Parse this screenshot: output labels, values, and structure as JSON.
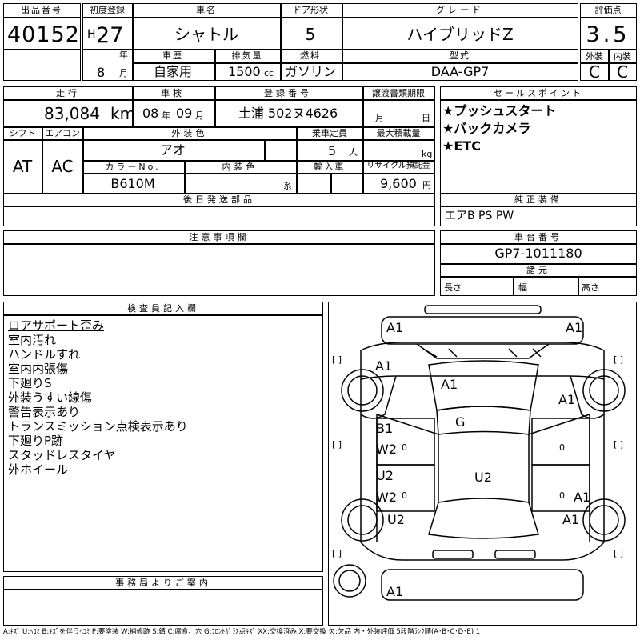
{
  "headers": {
    "lot_no": "出品番号",
    "first_reg": "初度登録",
    "car_name": "車名",
    "door_type": "ドア形状",
    "grade": "グレード",
    "score": "評価点",
    "history": "車歴",
    "displacement": "排気量",
    "fuel": "燃料",
    "model_code": "型式",
    "exterior": "外装",
    "interior": "内装",
    "mileage": "走行",
    "inspection": "車検",
    "reg_no": "登録番号",
    "transfer_docs": "譲渡書類期限",
    "sales_points": "セールスポイント",
    "shift": "シフト",
    "aircon": "エアコン",
    "ext_color": "外装色",
    "capacity": "乗車定員",
    "max_load": "最大積載量",
    "color_no": "カラーNo.",
    "int_color": "内装色",
    "import": "輸入車",
    "recycle": "リサイクル預託金",
    "later_parts": "後日発送部品",
    "genuine_equip": "純正装備",
    "notes": "注意事項欄",
    "chassis_no": "車台番号",
    "dimensions": "諸元",
    "length": "長さ",
    "width": "幅",
    "height": "高さ",
    "inspector_notes": "検査員記入欄",
    "office_notice": "事務局よりご案内"
  },
  "vehicle": {
    "lot_no": "40152",
    "era": "H",
    "year": "27",
    "year_unit": "年",
    "month": "8",
    "month_unit": "月",
    "car_name": "シャトル",
    "doors": "5",
    "grade": "ハイブリッドZ",
    "score": "3.5",
    "history": "自家用",
    "displacement": "1500",
    "displacement_unit": "cc",
    "fuel": "ガソリン",
    "model_code": "DAA-GP7",
    "exterior": "C",
    "interior": "C",
    "mileage": "83,084",
    "mileage_unit": "km",
    "inspection_year": "08",
    "inspection_year_unit": "年",
    "inspection_month": "09",
    "inspection_month_unit": "月",
    "reg_no": "土浦 502ヌ4626",
    "transfer_month": "月",
    "transfer_day": "日",
    "shift": "AT",
    "aircon": "AC",
    "ext_color": "アオ",
    "capacity": "5",
    "capacity_unit": "人",
    "max_load_unit": "kg",
    "color_no": "B610M",
    "int_color_unit": "系",
    "recycle": "9,600",
    "recycle_unit": "円",
    "chassis_no": "GP7-1011180"
  },
  "sales_points": [
    "★プッシュスタート",
    "★バックカメラ",
    "★ETC"
  ],
  "genuine_equip": "エアB PS PW",
  "inspector_notes": [
    "ロアサポート歪み",
    "室内汚れ",
    "ハンドルすれ",
    "室内内張傷",
    "下廻りS",
    "外装うすい線傷",
    "警告表示あり",
    "トランスミッション点検表示あり",
    "下廻りP跡",
    "スタッドレスタイヤ",
    "外ホイール"
  ],
  "damage_marks": {
    "front_bumper_left": "A1",
    "front_bumper_right": "A1",
    "front_left_fender": "A1",
    "hood": "A1",
    "front_right_fender": "A1",
    "roof": "G",
    "left_front_door_a": "B1",
    "left_front_door_b": "W2",
    "left_rear_door_a": "U2",
    "left_rear_door_b": "W2",
    "rear_left_quarter": "U2",
    "trunk": "U2",
    "right_rear_door": "A1",
    "rear_right_quarter": "A1",
    "rear_bumper": "A1",
    "bracket_left_top": "[  ]",
    "bracket_right_top": "[  ]",
    "bracket_left_mid": "[  ]",
    "bracket_right_mid": "[  ]",
    "bracket_left_bottom": "[  ]",
    "bracket_right_bottom": "[  ]",
    "door_zero_left_a": "0",
    "door_zero_left_b": "0",
    "door_zero_right_a": "0",
    "door_zero_right_b": "0"
  },
  "legend": "A:ｷｽﾞ U:ﾍｺﾐ B:ｷｽﾞを伴うﾍｺﾐ P:要塗装 W:補修跡 S:錆 C:腐食、穴 G:ﾌﾛﾝﾄｶﾞﾗｽ点ｷｽﾞ XX:交換済み X:要交換 欠:欠品 内・外装評価 5段階ﾗﾝｸ順(A･B･C･D･E) 1"
}
